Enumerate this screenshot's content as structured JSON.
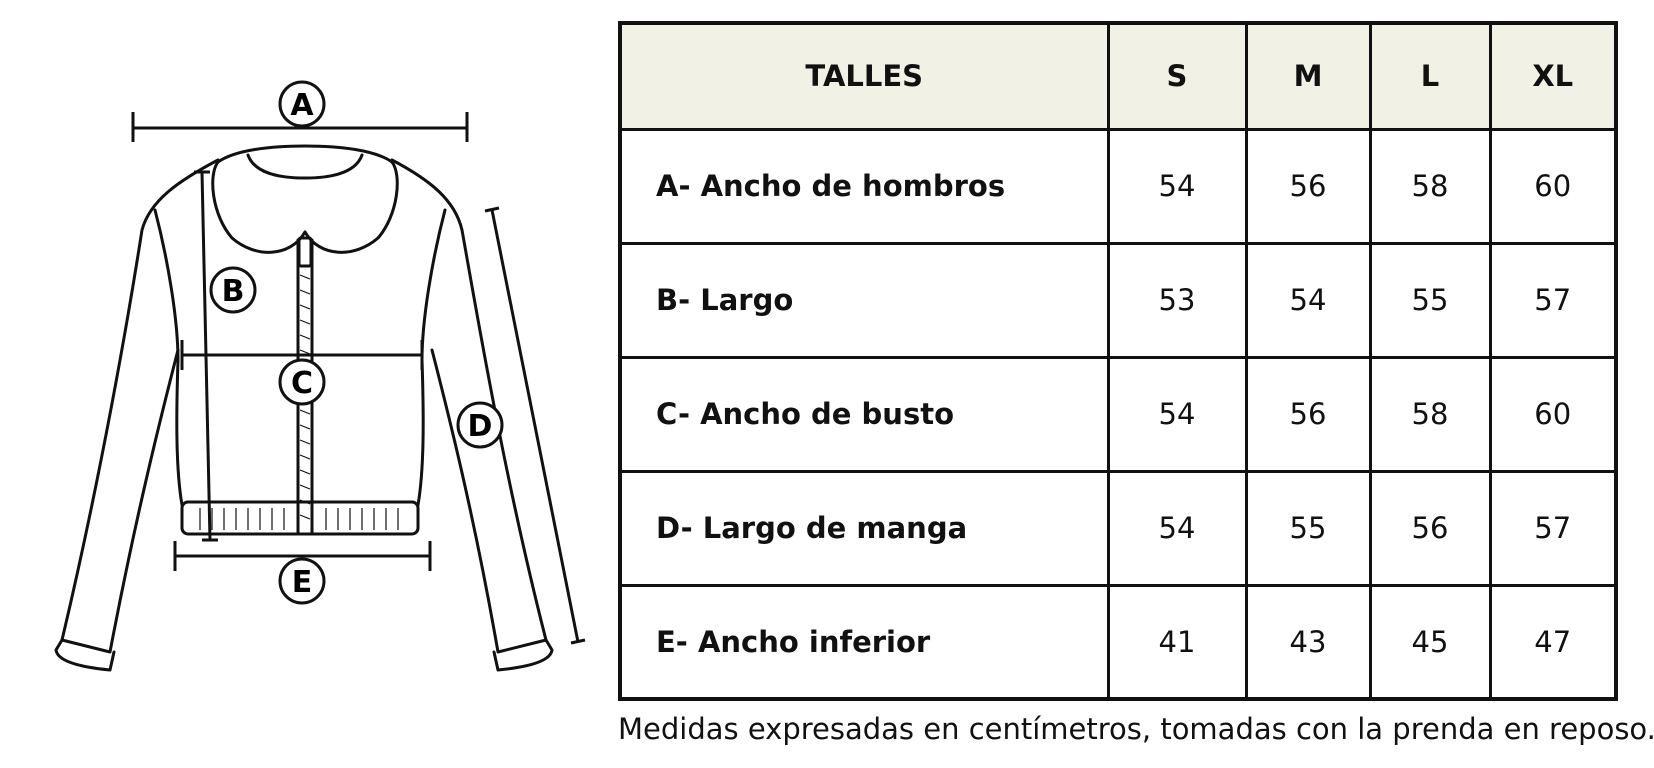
{
  "diagram": {
    "markers": {
      "a": "A",
      "b": "B",
      "c": "C",
      "d": "D",
      "e": "E"
    }
  },
  "table": {
    "header": {
      "corner": "TALLES",
      "sizes": [
        "S",
        "M",
        "L",
        "XL"
      ]
    },
    "rows": [
      {
        "label": "A- Ancho de hombros",
        "values": [
          "54",
          "56",
          "58",
          "60"
        ]
      },
      {
        "label": "B- Largo",
        "values": [
          "53",
          "54",
          "55",
          "57"
        ]
      },
      {
        "label": "C- Ancho de busto",
        "values": [
          "54",
          "56",
          "58",
          "60"
        ]
      },
      {
        "label": "D- Largo de manga",
        "values": [
          "54",
          "55",
          "56",
          "57"
        ]
      },
      {
        "label": "E- Ancho inferior",
        "values": [
          "41",
          "43",
          "45",
          "47"
        ]
      }
    ]
  },
  "caption": "Medidas expresadas en centímetros, tomadas con la prenda en reposo."
}
